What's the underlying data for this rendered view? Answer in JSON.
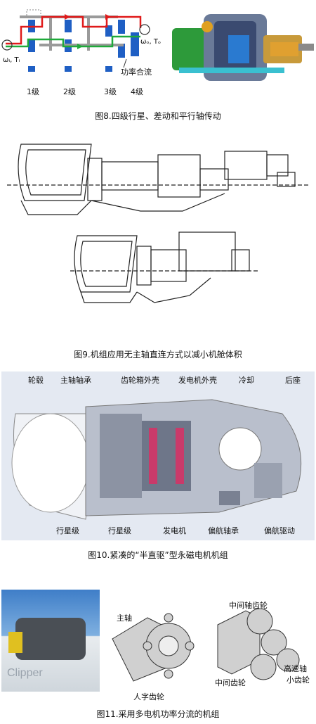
{
  "fig8": {
    "caption": "图8.四级行星、差动和平行轴传动",
    "input_label": "ωᵢ, Tᵢ",
    "output_label": "ωₒ, Tₒ",
    "merge_label": "功率合流",
    "stages": [
      "1级",
      "2级",
      "3级",
      "4级"
    ],
    "colors": {
      "red_path": "#e01a1a",
      "green_path": "#1faa3a",
      "blue_gear": "#1f5fc4"
    }
  },
  "fig9": {
    "caption": "图9.机组应用无主轴直连方式以减小机舱体积"
  },
  "fig10": {
    "caption": "图10.紧凑的“半直驱”型永磁电机机组",
    "labels": {
      "hub": "轮毂",
      "main_bearing": "主轴轴承",
      "gearbox_case": "齿轮箱外壳",
      "generator_case": "发电机外壳",
      "cooling": "冷却",
      "rear_base": "后座",
      "planet1": "行星级",
      "planet2": "行星级",
      "generator": "发电机",
      "yaw_bearing": "偏航轴承",
      "yaw_drive": "偏航驱动"
    }
  },
  "fig11": {
    "caption": "图11.采用多电机功率分流的机组",
    "brand": "Clipper",
    "labels": {
      "main_shaft": "主轴",
      "herringbone": "人字齿轮",
      "mid_gear": "中间齿轮",
      "mid_shaft_gear": "中间轴齿轮",
      "hs_shaft": "高速轴",
      "hs_small_gear": "小齿轮"
    }
  }
}
